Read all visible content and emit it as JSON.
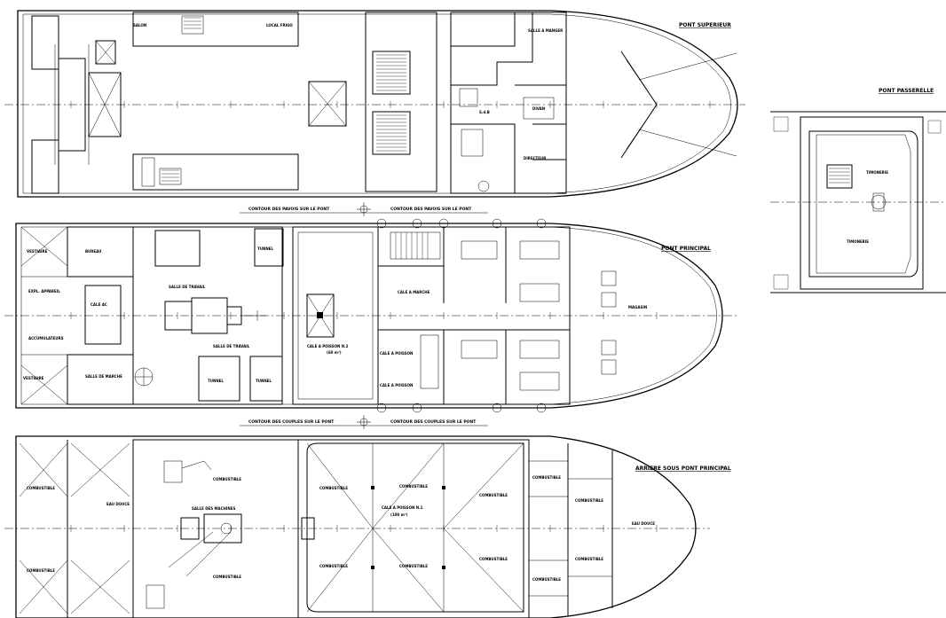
{
  "decks": {
    "upper": {
      "title": "PONT SUPERIEUR",
      "rooms": [
        "SALON",
        "SALLE A MANGER",
        "DIRECTEUR",
        "LOCAL FRIGO",
        "DIVAN",
        "S.d.B"
      ]
    },
    "main": {
      "title": "PONT PRINCIPAL",
      "rooms": [
        "VESTIAIRE",
        "BUREAU",
        "EXPL. APPAREIL",
        "ACCUMULATEURS",
        "CALE AC",
        "SALLE DE TRAVAIL",
        "SALLE DE TRAVAIL",
        "VESTIAIRE",
        "SALLE DE MARCHE",
        "TUNNEL",
        "TUNNEL",
        "TUNNEL",
        "CALE A POISSON N.2",
        "(60 m³)",
        "CALE A MARCHE",
        "CALE A POISSON",
        "CALE A POISSON",
        "MAGASIN"
      ]
    },
    "lower": {
      "title": "ARRIERE SOUS PONT PRINCIPAL",
      "rooms": [
        "COMBUSTIBLE",
        "COMBUSTIBLE",
        "EAU DOUCE",
        "SALLE DES MACHINES",
        "COMBUSTIBLE",
        "COMBUSTIBLE",
        "CALE A POISSON N.1",
        "(100 m³)",
        "COMBUSTIBLE",
        "COMBUSTIBLE",
        "COMBUSTIBLE",
        "COMBUSTIBLE",
        "COMBUSTIBLE",
        "COMBUSTIBLE",
        "COMBUSTIBLE",
        "COMBUSTIBLE",
        "COMBUSTIBLE",
        "COMBUSTIBLE",
        "EAU DOUCE"
      ]
    },
    "bridge": {
      "title": "PONT PASSERELLE",
      "rooms": [
        "TIMONERIE",
        "TIMONERIE"
      ]
    }
  },
  "captions": {
    "c1": "CONTOUR DES PAVOIS SUR LE PONT",
    "c2": "CONTOUR DES PAVOIS SUR LE PONT",
    "c3": "CONTOUR DES COUPLES SUR LE PONT",
    "c4": "CONTOUR DES COUPLES SUR LE PONT"
  },
  "colors": {
    "line": "#000000",
    "background": "#ffffff"
  }
}
